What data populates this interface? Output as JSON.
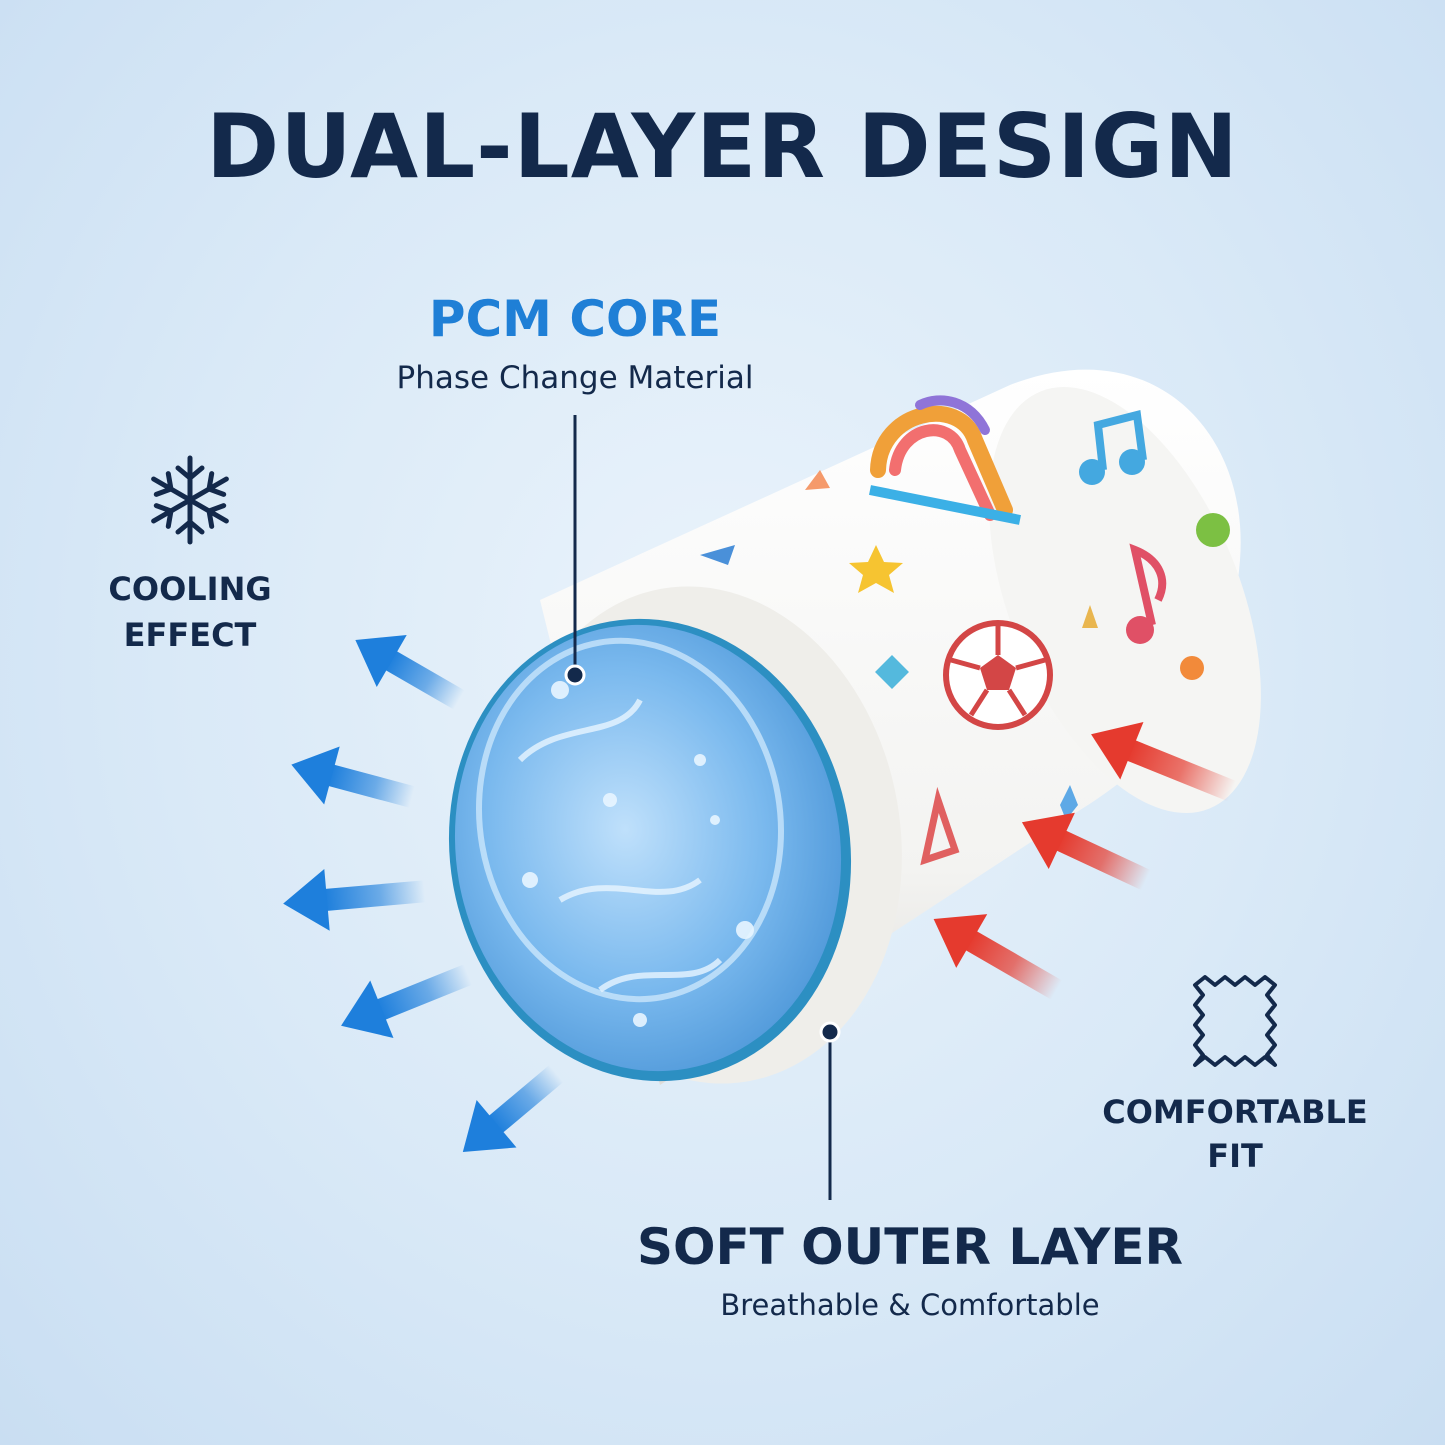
{
  "title": "DUAL-LAYER DESIGN",
  "pcm": {
    "title": "PCM CORE",
    "subtitle": "Phase Change Material"
  },
  "cooling": {
    "line1": "COOLING",
    "line2": "EFFECT",
    "icon": "snowflake-icon"
  },
  "fit": {
    "line1": "COMFORTABLE",
    "line2": "FIT",
    "icon": "fabric-swatch-icon"
  },
  "outer": {
    "title": "SOFT OUTER LAYER",
    "subtitle": "Breathable & Comfortable"
  },
  "colors": {
    "navy": "#13294b",
    "accent_blue": "#1f7fd6",
    "cool_arrow": "#1e7fdc",
    "warm_arrow": "#e53a2e"
  }
}
